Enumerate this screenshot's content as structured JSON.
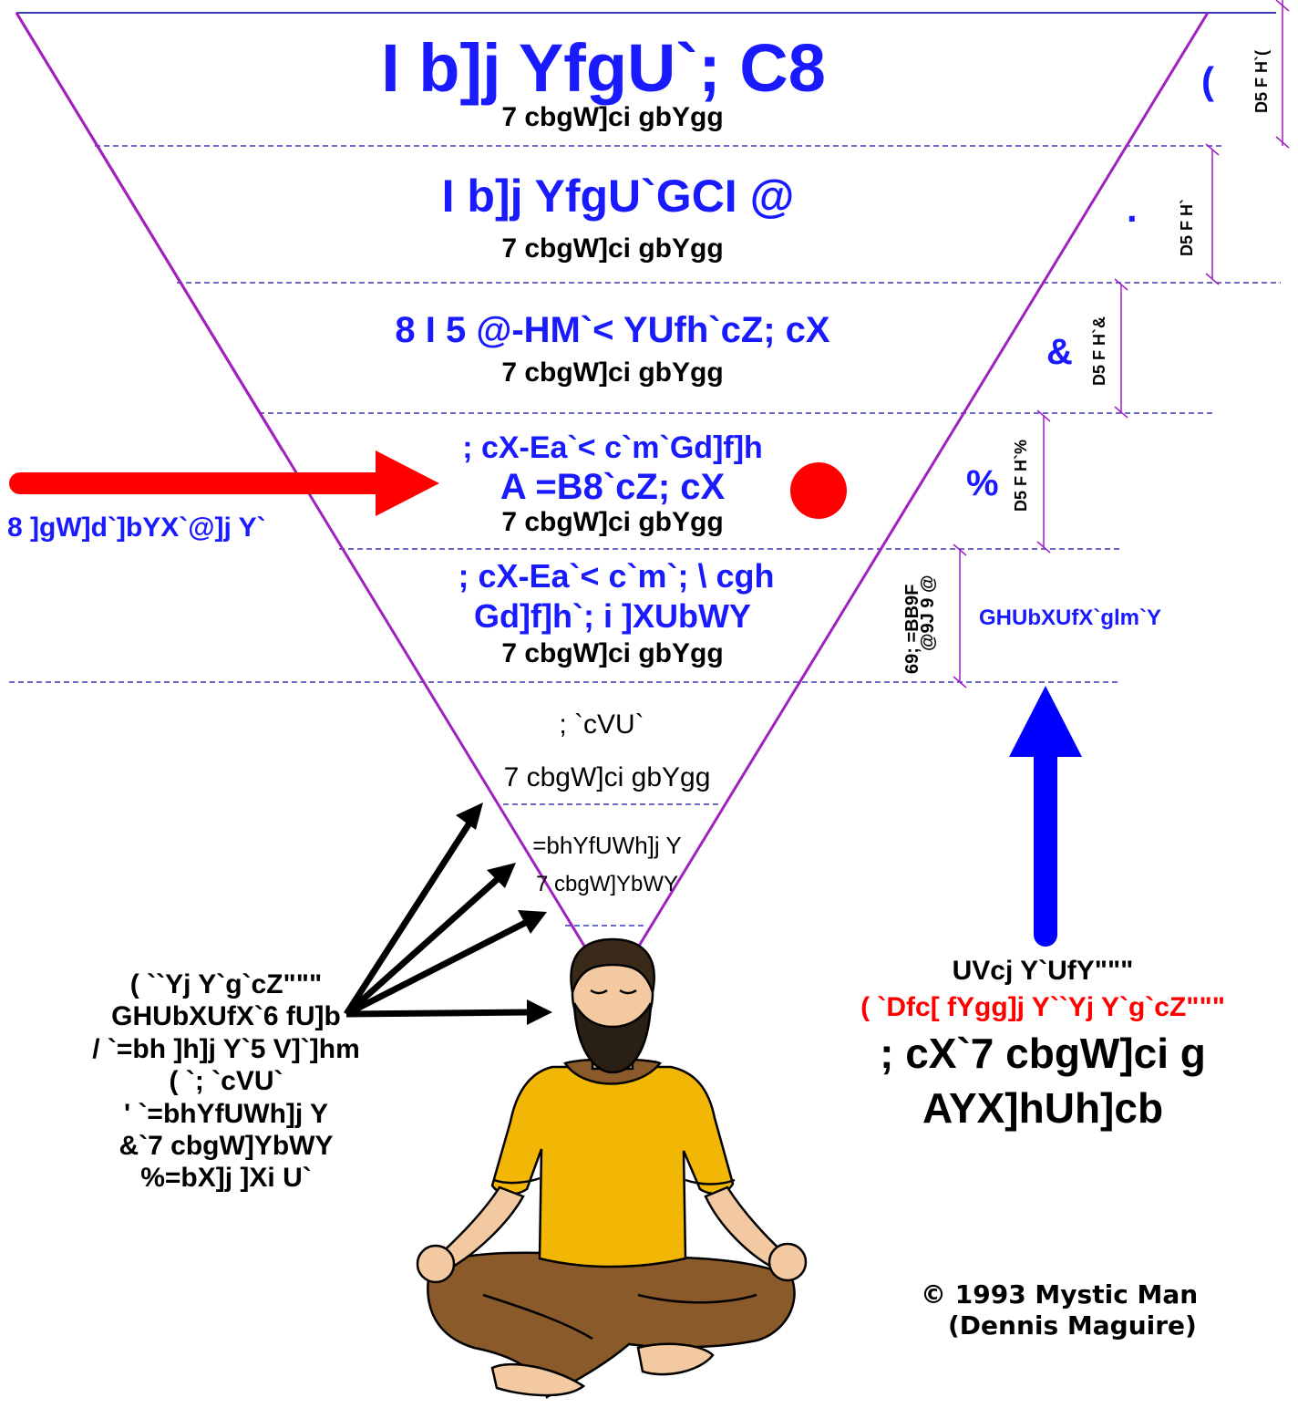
{
  "levels": {
    "l1": {
      "title": "I b]j YfgU`; C8",
      "sub": "7 cbgW]ci gbYgg",
      "num": "(",
      "label": "D5 F H`("
    },
    "l2": {
      "title": "I b]j YfgU`GCI @",
      "sub": "7 cbgW]ci gbYgg",
      "num": ".",
      "label": "D5 F H`"
    },
    "l3": {
      "title": "8 I 5 @-HM`< YUfh`cZ; cX",
      "sub": "7 cbgW]ci gbYgg",
      "num": "&",
      "label": "D5 F H`&"
    },
    "l4": {
      "title1": "; cX-Ea`< c`m`Gd]f]h",
      "title2": "A =B8`cZ; cX",
      "sub": "7 cbgW]ci gbYgg",
      "num": "%",
      "label": "D5 F H`%"
    },
    "l5": {
      "title1": "; cX-Ea`< c`m`; \\ cgh",
      "title2": "Gd]f]h`; i ]XUbWY",
      "sub": "7 cbgW]ci gbYgg",
      "side1": "69; =BB9F",
      "side2": "@9J 9 @",
      "side_label": "GHUbXUfX`glm`Y"
    }
  },
  "lower": {
    "title": "; `cVU`",
    "sub": "7 cbgW]ci gbYgg",
    "inner_title": "=bhYfUWh]j Y",
    "inner_sub": "7 cbgW]YbWY"
  },
  "left_arrow_label": "8 ]gW]d`]bYX`@]j Y`",
  "left_block": [
    "( ``Yj Y`g`cZ\"\"\"",
    "GHUbXUfX`6 fU]b",
    "/ `=bh ]h]j Y`5 V]`]hm",
    "( `; `cVU`",
    "' `=bhYfUWh]j Y",
    "&`7 cbgW]YbWY",
    "%=bX]j ]Xi U`"
  ],
  "right_block": {
    "line1": "UVcj Y`UfY\"\"\"",
    "line2": "( `Dfc[ fYgg]j Y``Yj Y`g`cZ\"\"\"",
    "line3": "; cX`7 cbgW]ci g",
    "line4": "AYX]hUh]cb"
  },
  "copyright_line1": "© 1993 Mystic Man",
  "copyright_line2": "(Dennis Maguire)",
  "colors": {
    "cone": "#a020c0",
    "dash": "#3b3bb5",
    "blue_text": "#1a1aff",
    "red": "#ff0000",
    "arrow_up": "#0000ff",
    "shirt": "#f2b705",
    "pants": "#8b5a2b",
    "skin": "#f2c9a0"
  }
}
